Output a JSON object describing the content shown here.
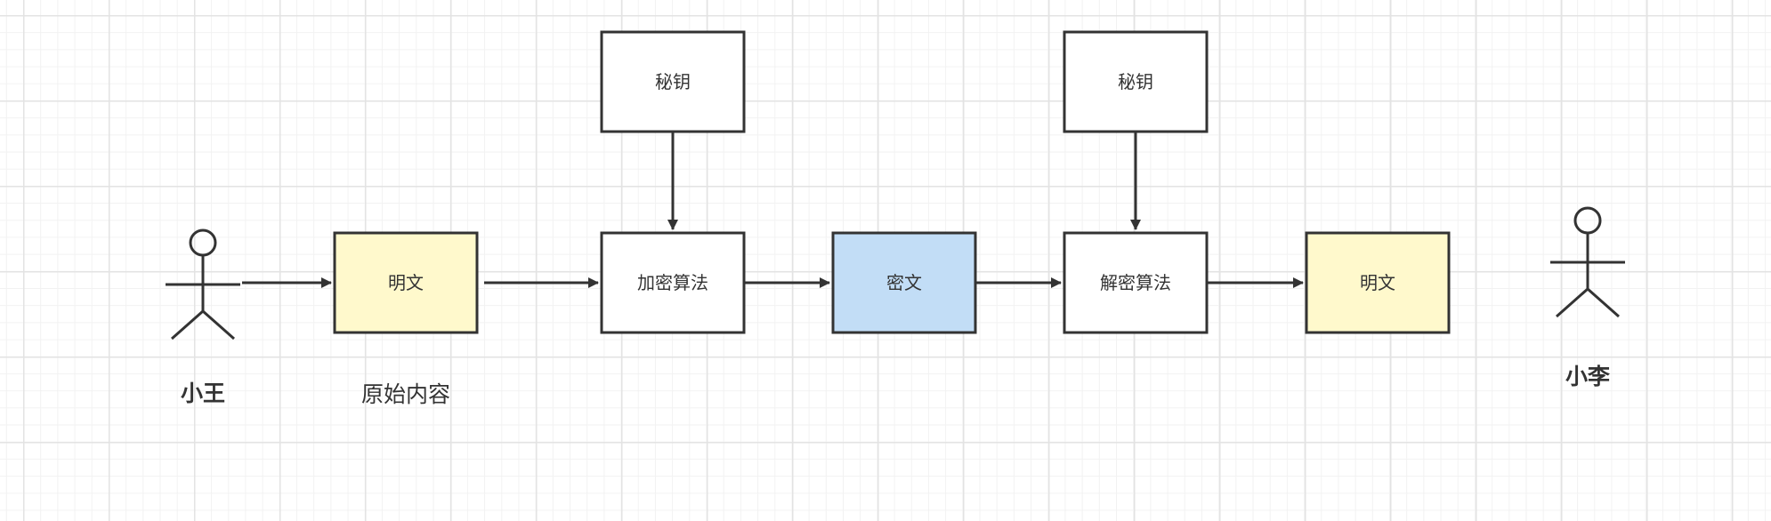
{
  "diagram": {
    "actors": {
      "sender": "小王",
      "receiver": "小李"
    },
    "nodes": {
      "plaintext_in": "明文",
      "key_encrypt": "秘钥",
      "encrypt_algorithm": "加密算法",
      "ciphertext": "密文",
      "key_decrypt": "秘钥",
      "decrypt_algorithm": "解密算法",
      "plaintext_out": "明文"
    },
    "captions": {
      "original_content": "原始内容"
    },
    "colors": {
      "plaintext_fill": "#fff9cc",
      "ciphertext_fill": "#c2ddf6",
      "default_fill": "#ffffff",
      "stroke": "#333333"
    }
  }
}
